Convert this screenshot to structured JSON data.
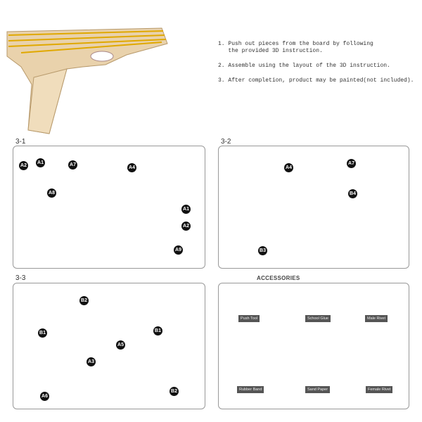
{
  "steps": [
    "1. Push out pieces from the board by following\n   the provided 3D instruction.",
    "2. Assemble using the layout of the 3D instruction.",
    "3. After completion, product may be painted(not included)."
  ],
  "boards": [
    {
      "title": "3-1",
      "markers": [
        "A2",
        "A1",
        "A7",
        "A4",
        "A8",
        "A1",
        "A2",
        "A9"
      ]
    },
    {
      "title": "3-2",
      "markers": [
        "A4",
        "A7",
        "B4",
        "B3"
      ]
    },
    {
      "title": "3-3",
      "markers": [
        "B2",
        "B1",
        "B1",
        "A5",
        "A3",
        "A6",
        "B2"
      ]
    }
  ],
  "accessories": {
    "title": "ACCESSORIES",
    "items": [
      "Push Tool",
      "School Glue",
      "Male Rivet",
      "Rubber Band",
      "Sand Paper",
      "Female Rivet"
    ]
  }
}
